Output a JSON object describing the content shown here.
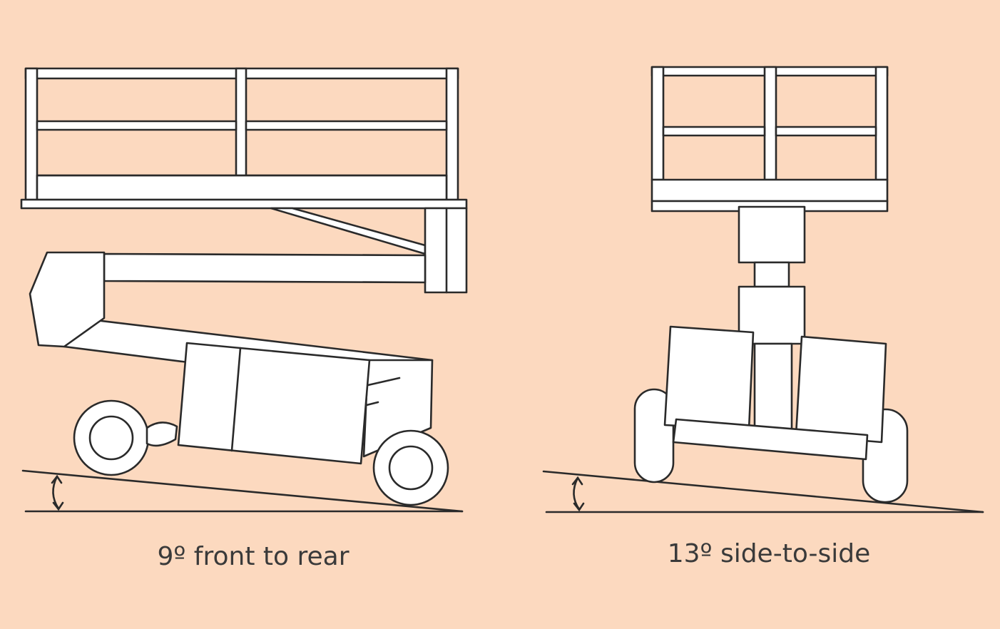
{
  "figures": [
    {
      "name": "boom-lift-front-to-rear",
      "caption": "9º front to rear",
      "slope_degrees": 9
    },
    {
      "name": "boom-lift-side-to-side",
      "caption": "13º side-to-side",
      "slope_degrees": 13
    }
  ],
  "colors": {
    "background": "#fcd9bf",
    "fill": "#ffffff",
    "stroke": "#2a2a2a",
    "text": "#3a3a3a"
  }
}
